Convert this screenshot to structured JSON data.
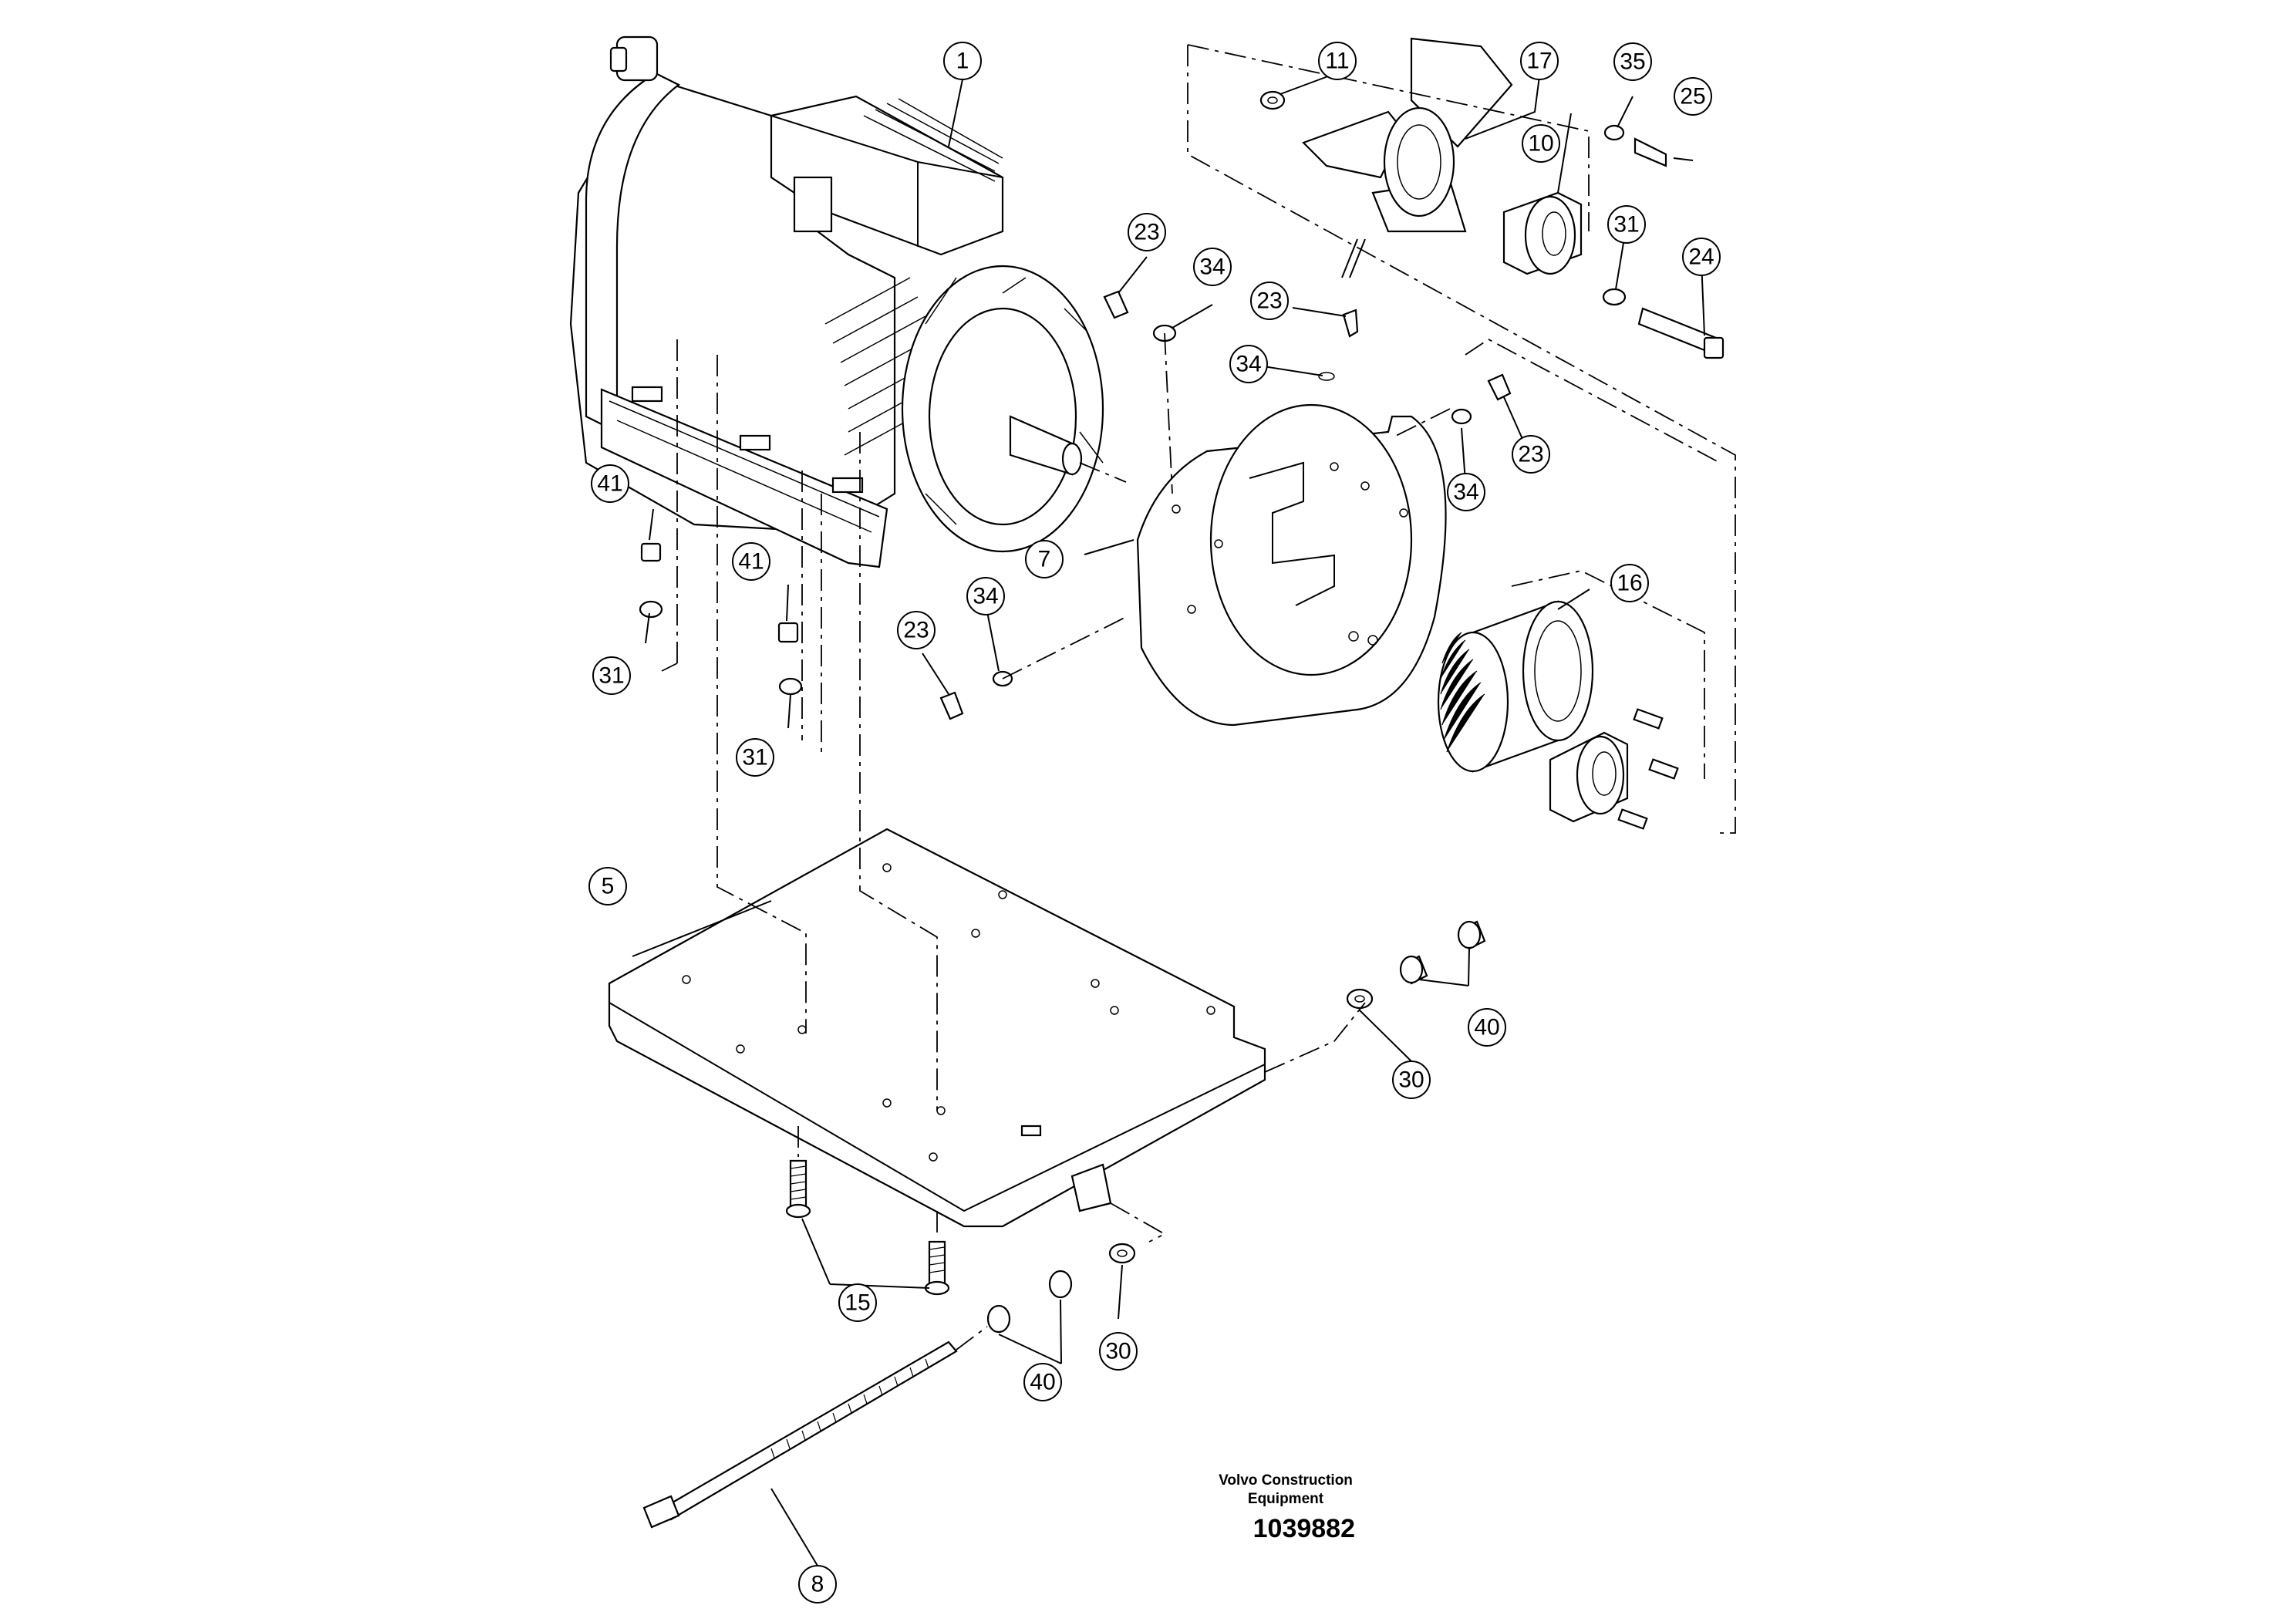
{
  "diagram": {
    "callouts": [
      {
        "id": "c1",
        "label": "1"
      },
      {
        "id": "c5",
        "label": "5"
      },
      {
        "id": "c7",
        "label": "7"
      },
      {
        "id": "c8",
        "label": "8"
      },
      {
        "id": "c10",
        "label": "10"
      },
      {
        "id": "c11",
        "label": "11"
      },
      {
        "id": "c15",
        "label": "15"
      },
      {
        "id": "c16",
        "label": "16"
      },
      {
        "id": "c17",
        "label": "17"
      },
      {
        "id": "c23a",
        "label": "23"
      },
      {
        "id": "c23b",
        "label": "23"
      },
      {
        "id": "c23c",
        "label": "23"
      },
      {
        "id": "c23d",
        "label": "23"
      },
      {
        "id": "c24",
        "label": "24"
      },
      {
        "id": "c25",
        "label": "25"
      },
      {
        "id": "c30a",
        "label": "30"
      },
      {
        "id": "c30b",
        "label": "30"
      },
      {
        "id": "c31a",
        "label": "31"
      },
      {
        "id": "c31b",
        "label": "31"
      },
      {
        "id": "c31c",
        "label": "31"
      },
      {
        "id": "c34a",
        "label": "34"
      },
      {
        "id": "c34b",
        "label": "34"
      },
      {
        "id": "c34c",
        "label": "34"
      },
      {
        "id": "c34d",
        "label": "34"
      },
      {
        "id": "c35",
        "label": "35"
      },
      {
        "id": "c40a",
        "label": "40"
      },
      {
        "id": "c40b",
        "label": "40"
      },
      {
        "id": "c41a",
        "label": "41"
      },
      {
        "id": "c41b",
        "label": "41"
      }
    ]
  },
  "footer": {
    "brand_line1": "Volvo Construction",
    "brand_line2": "Equipment",
    "drawing_number": "1039882"
  }
}
